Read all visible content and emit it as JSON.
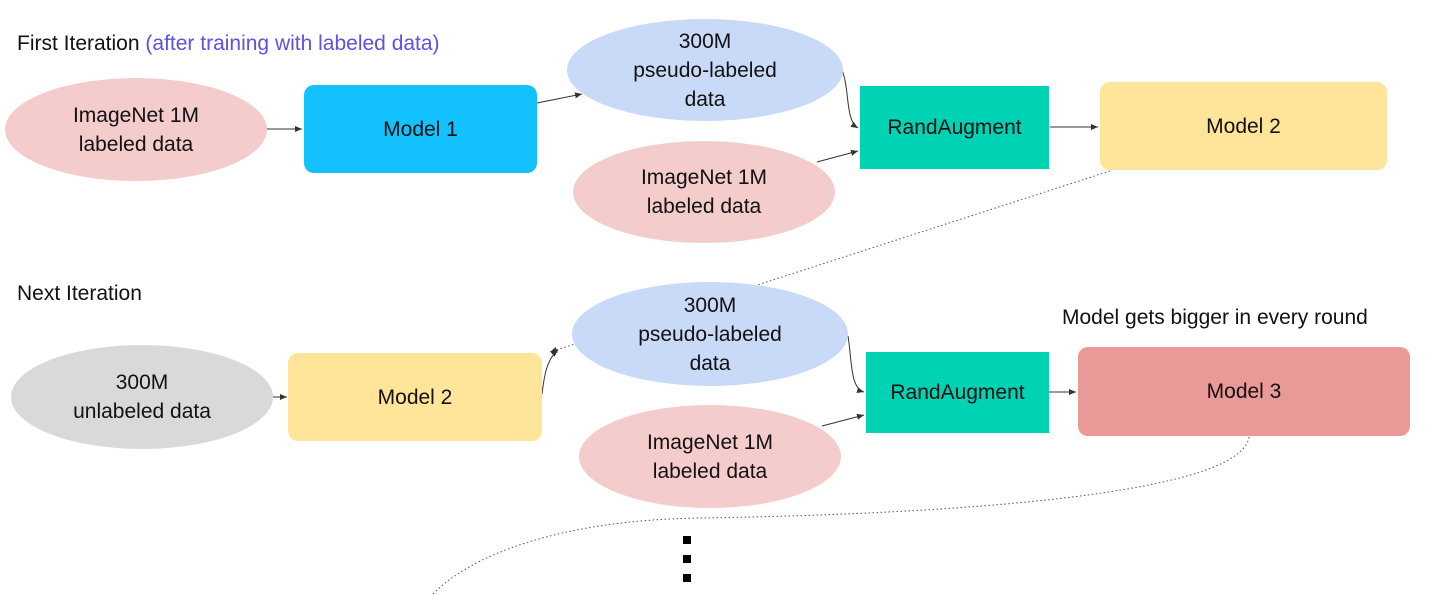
{
  "first_iteration": {
    "title": "First Iteration",
    "note": "(after training with labeled data)",
    "input": [
      "ImageNet 1M",
      "labeled data"
    ],
    "model_a": "Model 1",
    "pseudo": [
      "300M",
      "pseudo-labeled",
      "data"
    ],
    "labeled": [
      "ImageNet 1M",
      "labeled data"
    ],
    "augment": "RandAugment",
    "model_b": "Model 2"
  },
  "next_iteration": {
    "title": "Next Iteration",
    "input": [
      "300M",
      "unlabeled data"
    ],
    "model_a": "Model 2",
    "pseudo": [
      "300M",
      "pseudo-labeled",
      "data"
    ],
    "labeled": [
      "ImageNet 1M",
      "labeled data"
    ],
    "augment": "RandAugment",
    "model_b": "Model 3",
    "caption": "Model gets bigger in every round"
  },
  "colors": {
    "labeled": "#f4cccc",
    "pseudo": "#c9daf8",
    "unlabeled": "#d9d9d9",
    "model1": "#13c1ff",
    "model2": "#ffe599",
    "augment": "#00d2b4",
    "model3": "#ea9999",
    "note_text": "#5b52e6"
  }
}
